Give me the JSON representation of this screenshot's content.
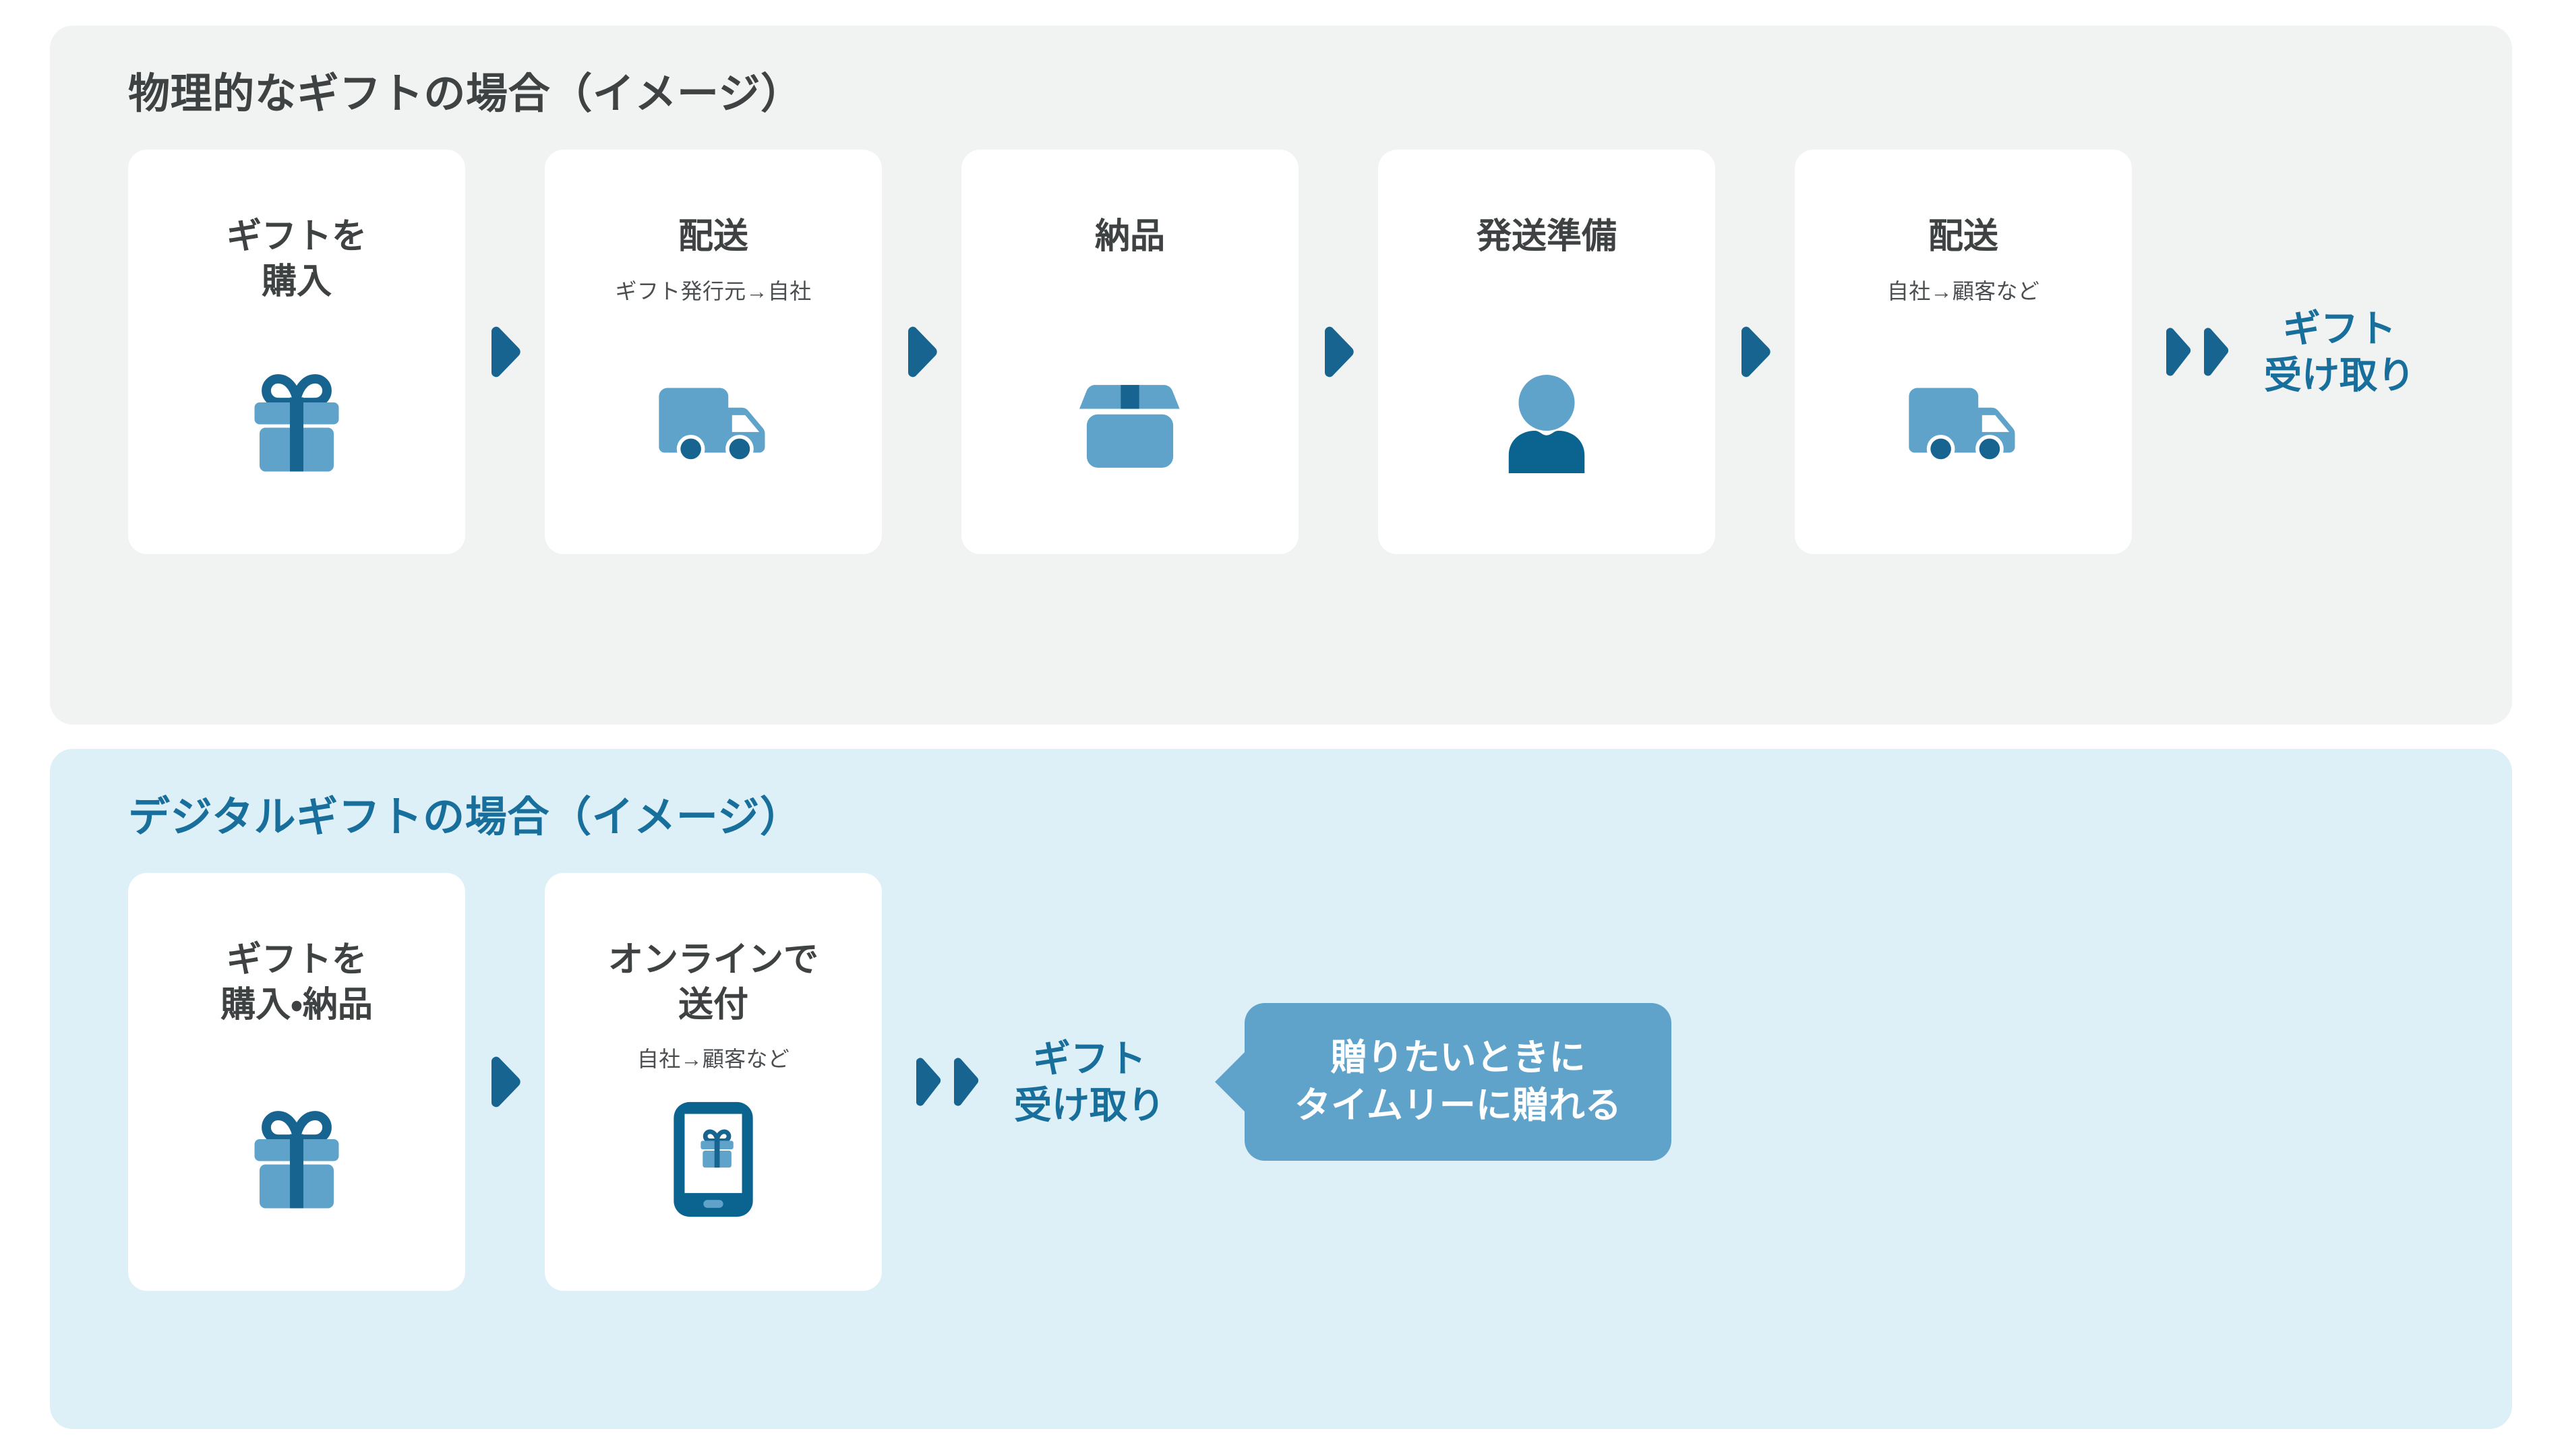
{
  "colors": {
    "panel_physical_bg": "#f1f2f2",
    "panel_digital_bg": "#ddeff7",
    "card_bg": "#ffffff",
    "title_dark": "#3f4243",
    "title_blue": "#186f9c",
    "accent_dark_blue": "#16648f",
    "accent_light_blue": "#5fa3ca",
    "callout_bg": "#5fa3ca",
    "callout_text": "#ffffff"
  },
  "physical": {
    "title": "物理的なギフトの場合（イメージ）",
    "steps": [
      {
        "title": "ギフトを\n購入",
        "sub": "",
        "icon": "gift-icon"
      },
      {
        "title": "配送",
        "sub": "ギフト発行元→自社",
        "icon": "truck-icon"
      },
      {
        "title": "納品",
        "sub": "",
        "icon": "package-box-icon"
      },
      {
        "title": "発送準備",
        "sub": "",
        "icon": "person-icon"
      },
      {
        "title": "配送",
        "sub": "自社→顧客など",
        "icon": "truck-icon"
      }
    ],
    "receive_label": "ギフト\n受け取り"
  },
  "digital": {
    "title": "デジタルギフトの場合（イメージ）",
    "steps": [
      {
        "title": "ギフトを\n購入・納品",
        "sub": "",
        "icon": "gift-icon"
      },
      {
        "title": "オンラインで\n送付",
        "sub": "自社→顧客など",
        "icon": "mobile-gift-icon"
      }
    ],
    "receive_label": "ギフト\n受け取り",
    "callout": "贈りたいときに\nタイムリーに贈れる"
  }
}
